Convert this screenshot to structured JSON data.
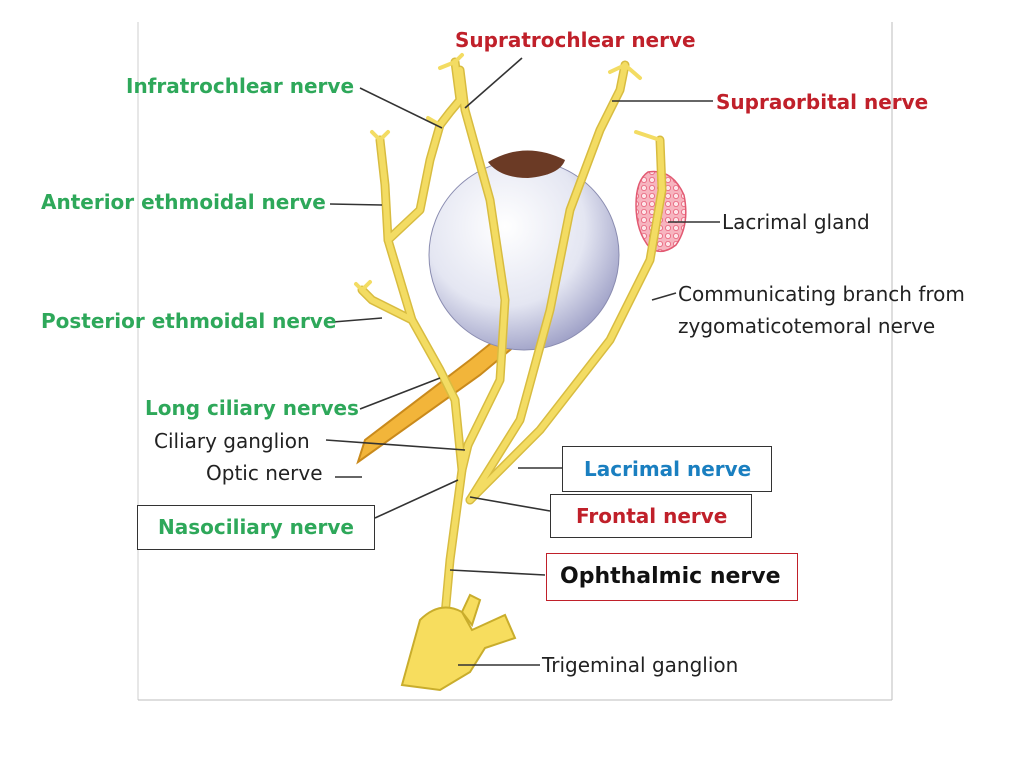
{
  "colors": {
    "nerve": "#f3dc63",
    "nerve_edge": "#d4b83a",
    "green_label": "#2ea85a",
    "red_label": "#c0202a",
    "blue_label": "#1a7fc0",
    "optic_nerve": "#f2b53a",
    "lacrimal_gland": "#f07a8a"
  },
  "labels": {
    "supratrochlear": "Supratrochlear nerve",
    "infratrochlear": "Infratrochlear nerve",
    "supraorbital": "Supraorbital nerve",
    "anterior_ethmoidal": "Anterior ethmoidal nerve",
    "lacrimal_gland": "Lacrimal gland",
    "communicating_1": "Communicating branch from",
    "communicating_2": "zygomaticotemoral nerve",
    "posterior_ethmoidal": "Posterior ethmoidal nerve",
    "long_ciliary": "Long ciliary  nerves",
    "ciliary_ganglion": "Ciliary ganglion",
    "optic_nerve": "Optic nerve",
    "lacrimal_nerve": "Lacrimal nerve",
    "nasociliary": "Nasociliary nerve",
    "frontal": "Frontal nerve",
    "ophthalmic": "Ophthalmic nerve",
    "trigeminal": "Trigeminal ganglion"
  }
}
